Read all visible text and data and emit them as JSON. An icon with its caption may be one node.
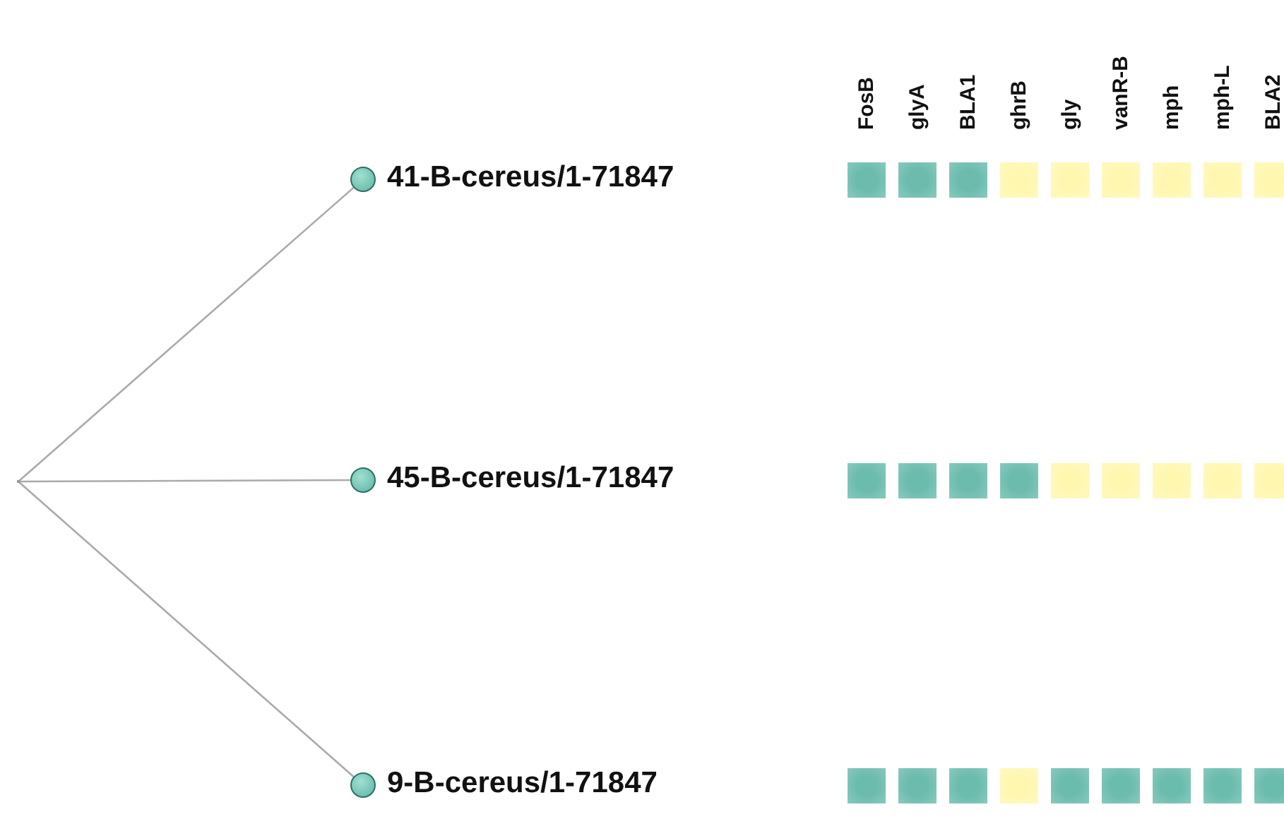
{
  "diagram": {
    "nodes": [
      {
        "text": [],
        "shape": "point"
      },
      {
        "text": [],
        "shape": "circle",
        "beside": [
          "41-B-cereus/1-71847"
        ]
      },
      {
        "text": [],
        "shape": "circle",
        "beside": [
          "45-B-cereus/1-71847"
        ]
      },
      {
        "text": [],
        "shape": "circle",
        "beside": [
          "9-B-cereus/1-71847"
        ]
      },
      {
        "text": [],
        "shape": "box"
      },
      {
        "text": [],
        "shape": "box"
      },
      {
        "text": [],
        "shape": "box"
      },
      {
        "text": [],
        "shape": "box"
      },
      {
        "text": [],
        "shape": "box"
      },
      {
        "text": [],
        "shape": "box"
      },
      {
        "text": [],
        "shape": "box"
      },
      {
        "text": [],
        "shape": "box"
      },
      {
        "text": [],
        "shape": "box"
      },
      {
        "text": [],
        "shape": "box"
      },
      {
        "text": [],
        "shape": "box"
      },
      {
        "text": [],
        "shape": "box"
      },
      {
        "text": [],
        "shape": "box"
      },
      {
        "text": [],
        "shape": "box"
      },
      {
        "text": [],
        "shape": "box"
      },
      {
        "text": [],
        "shape": "box"
      },
      {
        "text": [],
        "shape": "box"
      },
      {
        "text": [],
        "shape": "box"
      },
      {
        "text": [],
        "shape": "box"
      },
      {
        "text": [],
        "shape": "box"
      },
      {
        "text": [],
        "shape": "box"
      },
      {
        "text": [],
        "shape": "box"
      },
      {
        "text": [],
        "shape": "box"
      },
      {
        "text": [],
        "shape": "box"
      },
      {
        "text": [],
        "shape": "box"
      },
      {
        "text": [],
        "shape": "box"
      },
      {
        "text": [],
        "shape": "box"
      }
    ],
    "edges": [
      {
        "from": 0,
        "to": 1,
        "arrow": "none"
      },
      {
        "from": 0,
        "to": 2,
        "arrow": "none"
      },
      {
        "from": 0,
        "to": 3,
        "arrow": "none"
      }
    ],
    "labels": [
      "FosB",
      "glyA",
      "BLA1",
      "ghrB",
      "gly",
      "vanR-B",
      "mph",
      "mph-L",
      "BLA2"
    ]
  }
}
